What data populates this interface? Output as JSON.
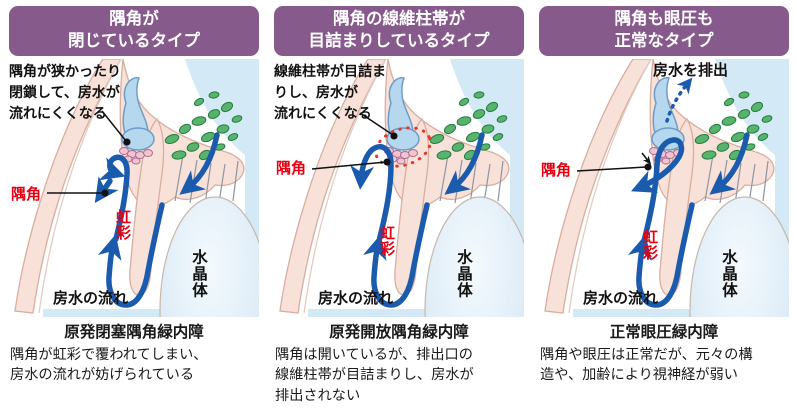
{
  "colors": {
    "header_purple": "#875a8c",
    "arrow_blue": "#1a5bad",
    "label_red": "#e60012",
    "tissue_pink": "#f8e1d8",
    "tissue_outline": "#d8aea0",
    "ciliary_green": "#58b46c",
    "green_outline": "#237b3f",
    "inner_eye_blue": "#d3e9f6",
    "canal_blue": "#b5d8ee",
    "meshwork_pink": "#f5c2cf",
    "clog_red_dash": "#e8332a",
    "text_black": "#1a1a1a"
  },
  "panels": [
    {
      "id": "closed-angle",
      "header": "隅角が\n閉じているタイプ",
      "annotation": "隅角が狭かったり\n閉鎖して、房水が\n流れにくくなる",
      "labels": {
        "angle": "隅角",
        "iris": "虹彩",
        "lens": "水晶体",
        "flow": "房水の流れ"
      },
      "title": "原発閉塞隅角緑内障",
      "description": "隅角が虹彩で覆われてしまい、\n房水の流れが妨げられている"
    },
    {
      "id": "clogged-trabecular-meshwork",
      "header": "隅角の線維柱帯が\n目詰まりしているタイプ",
      "annotation": "線維柱帯が目詰ま\nりし、房水が\n流れにくくなる",
      "labels": {
        "angle": "隅角",
        "iris": "虹彩",
        "lens": "水晶体",
        "flow": "房水の流れ"
      },
      "title": "原発開放隅角緑内障",
      "description": "隅角は開いているが、排出口の\n線維柱帯が目詰まりし、房水が\n排出されない"
    },
    {
      "id": "normal-tension",
      "header": "隅角も眼圧も\n正常なタイプ",
      "annotation": "",
      "outflow_label": "房水を排出",
      "labels": {
        "angle": "隅角",
        "iris": "虹彩",
        "lens": "水晶体",
        "flow": "房水の流れ"
      },
      "title": "正常眼圧緑内障",
      "description": "隅角や眼圧は正常だが、元々の構\n造や、加齢により視神経が弱い"
    }
  ]
}
